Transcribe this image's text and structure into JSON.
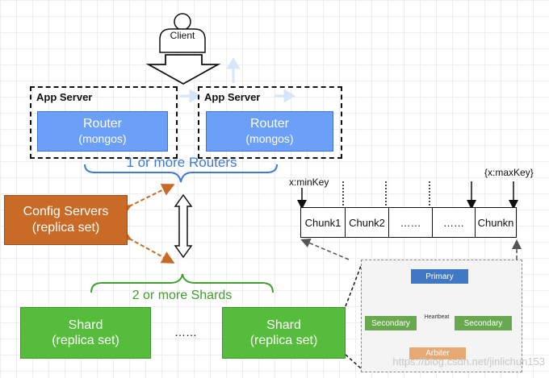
{
  "client": {
    "label": "Client"
  },
  "app_servers": [
    {
      "label": "App Server",
      "router": {
        "title": "Router",
        "subtitle": "(mongos)"
      }
    },
    {
      "label": "App Server",
      "router": {
        "title": "Router",
        "subtitle": "(mongos)"
      }
    }
  ],
  "routers_brace_label": "1 or more Routers",
  "config_servers": {
    "title": "Config Servers",
    "subtitle": "(replica set)"
  },
  "shards_brace_label": "2 or more Shards",
  "shards": [
    {
      "title": "Shard",
      "subtitle": "(replica set)"
    },
    {
      "title": "Shard",
      "subtitle": "(replica set)"
    }
  ],
  "shard_ellipsis": "……",
  "chunks": {
    "min_key": "x:minKey",
    "max_key": "{x:maxKey}",
    "cells": [
      "Chunk1",
      "Chunk2",
      "……",
      "……",
      "Chunkn"
    ]
  },
  "replica_set": {
    "primary": "Primary",
    "secondaries": [
      "Secondary",
      "Secondary"
    ],
    "heartbeat": "Heartbeat",
    "arbiter": "Arbiter"
  },
  "watermark": "https://blog.csdn.net/jinlichun153",
  "colors": {
    "router": "#6b9ff8",
    "config": "#c96a27",
    "shard": "#55bd3b",
    "routers_brace": "#3b79dd",
    "shards_brace": "#3f9f2c"
  }
}
